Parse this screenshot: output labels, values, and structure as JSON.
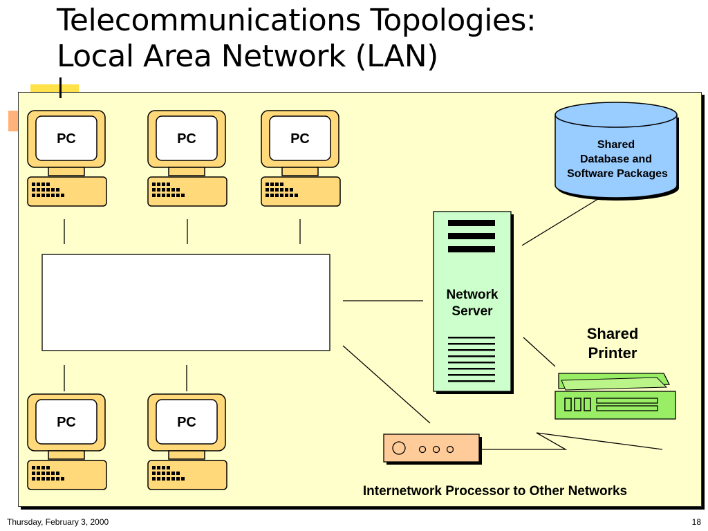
{
  "slide": {
    "title_line1": "Telecommunications Topologies:",
    "title_line2": "Local Area Network (LAN)",
    "footer_date": "Thursday, February 3, 2000",
    "footer_page": "18"
  },
  "diagram": {
    "pc_label": "PC",
    "database_line1": "Shared",
    "database_line2": "Database and",
    "database_line3": "Software Packages",
    "server_line1": "Network",
    "server_line2": "Server",
    "printer_line1": "Shared",
    "printer_line2": "Printer",
    "processor_label": "Internetwork Processor to Other Networks"
  },
  "colors": {
    "panel_bg": "#ffffcc",
    "pc_body": "#ffd97a",
    "database": "#99ccff",
    "server": "#ccffcc",
    "printer": "#99ee66",
    "processor": "#ffcc99"
  }
}
